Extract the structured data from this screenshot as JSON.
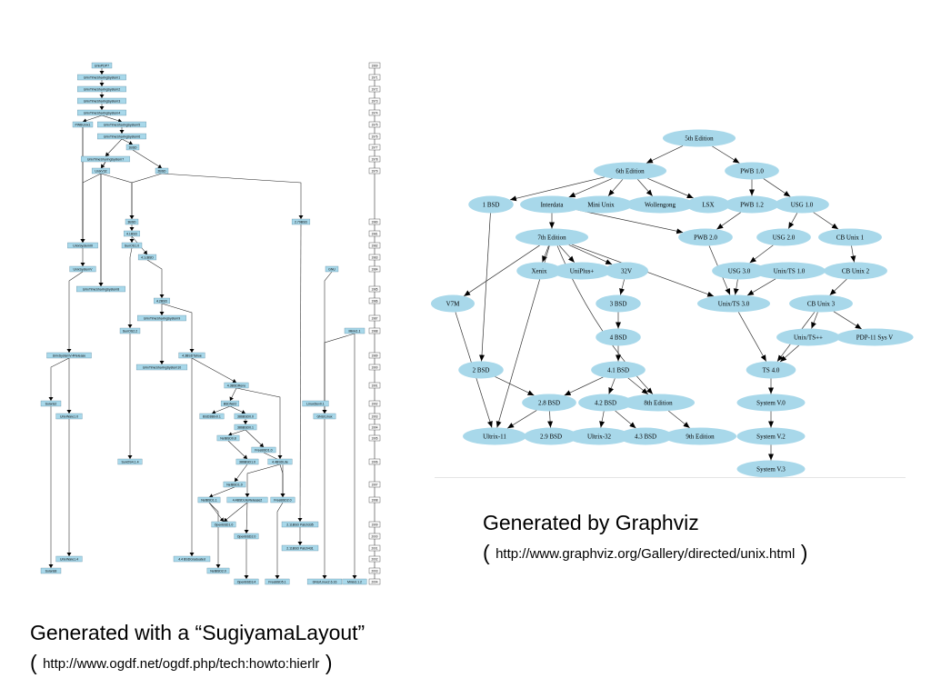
{
  "graphviz": {
    "nodes": [
      {
        "id": "g5",
        "label": "5th Edition"
      },
      {
        "id": "g6",
        "label": "6th Edition"
      },
      {
        "id": "gpwb10",
        "label": "PWB 1.0"
      },
      {
        "id": "g1bsd",
        "label": "1 BSD"
      },
      {
        "id": "ginter",
        "label": "Interdata"
      },
      {
        "id": "gmini",
        "label": "Mini Unix"
      },
      {
        "id": "gwoll",
        "label": "Wollengong"
      },
      {
        "id": "glsx",
        "label": "LSX"
      },
      {
        "id": "gpwb12",
        "label": "PWB 1.2"
      },
      {
        "id": "gusg10",
        "label": "USG 1.0"
      },
      {
        "id": "g7",
        "label": "7th Edition"
      },
      {
        "id": "gpwb20",
        "label": "PWB 2.0"
      },
      {
        "id": "gusg20",
        "label": "USG 2.0"
      },
      {
        "id": "gcb1",
        "label": "CB Unix 1"
      },
      {
        "id": "gxenix",
        "label": "Xenix"
      },
      {
        "id": "guniplus",
        "label": "UniPlus+"
      },
      {
        "id": "g32v",
        "label": "32V"
      },
      {
        "id": "gusg30",
        "label": "USG 3.0"
      },
      {
        "id": "guts10",
        "label": "Unix/TS 1.0"
      },
      {
        "id": "gcb2",
        "label": "CB Unix 2"
      },
      {
        "id": "gv7m",
        "label": "V7M"
      },
      {
        "id": "g3bsd",
        "label": "3 BSD"
      },
      {
        "id": "guts30",
        "label": "Unix/TS 3.0"
      },
      {
        "id": "gcb3",
        "label": "CB Unix 3"
      },
      {
        "id": "g4bsd",
        "label": "4 BSD"
      },
      {
        "id": "gutspp",
        "label": "Unix/TS++"
      },
      {
        "id": "gpdp",
        "label": "PDP-11 Sys V"
      },
      {
        "id": "g2bsd",
        "label": "2 BSD"
      },
      {
        "id": "g41bsd",
        "label": "4.1 BSD"
      },
      {
        "id": "gts40",
        "label": "TS 4.0"
      },
      {
        "id": "g28bsd",
        "label": "2.8 BSD"
      },
      {
        "id": "g42bsd",
        "label": "4.2 BSD"
      },
      {
        "id": "g8",
        "label": "8th Edition"
      },
      {
        "id": "gsv0",
        "label": "System V.0"
      },
      {
        "id": "gultrix11",
        "label": "Ultrix-11"
      },
      {
        "id": "g29bsd",
        "label": "2.9 BSD"
      },
      {
        "id": "gultrix32",
        "label": "Ultrix-32"
      },
      {
        "id": "g43bsd",
        "label": "4.3 BSD"
      },
      {
        "id": "g9",
        "label": "9th Edition"
      },
      {
        "id": "gsv2",
        "label": "System V.2"
      },
      {
        "id": "gsv3",
        "label": "System V.3"
      }
    ],
    "edges": [
      [
        "g5",
        "g6"
      ],
      [
        "g5",
        "gpwb10"
      ],
      [
        "g6",
        "g1bsd"
      ],
      [
        "g6",
        "ginter"
      ],
      [
        "g6",
        "gmini"
      ],
      [
        "g6",
        "gwoll"
      ],
      [
        "g6",
        "glsx"
      ],
      [
        "gpwb10",
        "gpwb12"
      ],
      [
        "gpwb10",
        "gusg10"
      ],
      [
        "ginter",
        "g7"
      ],
      [
        "ginter",
        "gpwb20"
      ],
      [
        "gpwb12",
        "gpwb20"
      ],
      [
        "gusg10",
        "gusg20"
      ],
      [
        "gusg10",
        "gcb1"
      ],
      [
        "g7",
        "gxenix"
      ],
      [
        "g7",
        "guniplus"
      ],
      [
        "g7",
        "g32v"
      ],
      [
        "g7",
        "gv7m"
      ],
      [
        "g7",
        "gultrix11"
      ],
      [
        "g7",
        "g8"
      ],
      [
        "g7",
        "guts30"
      ],
      [
        "gusg20",
        "gusg30"
      ],
      [
        "gcb1",
        "gcb2"
      ],
      [
        "g32v",
        "g3bsd"
      ],
      [
        "gpwb20",
        "guts30"
      ],
      [
        "gusg30",
        "guts30"
      ],
      [
        "guts10",
        "guts30"
      ],
      [
        "gcb2",
        "gcb3"
      ],
      [
        "g3bsd",
        "g4bsd"
      ],
      [
        "g1bsd",
        "g2bsd"
      ],
      [
        "guts30",
        "gts40"
      ],
      [
        "gcb3",
        "gutspp"
      ],
      [
        "gcb3",
        "gpdp"
      ],
      [
        "gcb3",
        "gts40"
      ],
      [
        "gutspp",
        "gts40"
      ],
      [
        "g4bsd",
        "g41bsd"
      ],
      [
        "g2bsd",
        "g28bsd"
      ],
      [
        "g41bsd",
        "g28bsd"
      ],
      [
        "g41bsd",
        "g42bsd"
      ],
      [
        "g41bsd",
        "g8"
      ],
      [
        "gv7m",
        "gultrix11"
      ],
      [
        "g28bsd",
        "gultrix11"
      ],
      [
        "g28bsd",
        "g29bsd"
      ],
      [
        "g42bsd",
        "gultrix32"
      ],
      [
        "g42bsd",
        "g43bsd"
      ],
      [
        "g8",
        "g9"
      ],
      [
        "gts40",
        "gsv0"
      ],
      [
        "gsv0",
        "gsv2"
      ],
      [
        "gsv2",
        "gsv3"
      ]
    ]
  },
  "sugiyama": {
    "nodes": [
      {
        "id": "a01",
        "label": "UnixPDP7"
      },
      {
        "id": "a02",
        "label": "UnixTimeSharingSystem1"
      },
      {
        "id": "a03",
        "label": "UnixTimeSharingSystem2"
      },
      {
        "id": "a04",
        "label": "UnixTimeSharingSystem3"
      },
      {
        "id": "a05",
        "label": "UnixTimeSharingSystem4"
      },
      {
        "id": "a06",
        "label": "PWBUnix1"
      },
      {
        "id": "a07",
        "label": "UnixTimeSharingSystem5"
      },
      {
        "id": "a08",
        "label": "UnixTimeSharingSystem6"
      },
      {
        "id": "a09",
        "label": "1BSD"
      },
      {
        "id": "a10",
        "label": "UnixTimeSharingSystem7"
      },
      {
        "id": "a11",
        "label": "UnixV32"
      },
      {
        "id": "a12",
        "label": "2BSD"
      },
      {
        "id": "a13",
        "label": "3BSD"
      },
      {
        "id": "a14",
        "label": "2.79BSD"
      },
      {
        "id": "a15",
        "label": "4.1BSD"
      },
      {
        "id": "a16",
        "label": "SunOS1.0"
      },
      {
        "id": "a17",
        "label": "UnixSystemIII"
      },
      {
        "id": "a18",
        "label": "4.1cBSD"
      },
      {
        "id": "a19",
        "label": "UnixSystemV"
      },
      {
        "id": "a20",
        "label": "UnixTimeSharingSystem8"
      },
      {
        "id": "a21",
        "label": "4.2BSD"
      },
      {
        "id": "a22",
        "label": "GNU"
      },
      {
        "id": "a23",
        "label": "UnixTimeSharingSystem9"
      },
      {
        "id": "a24",
        "label": "SunOS2.2"
      },
      {
        "id": "a25",
        "label": "4.3BSDTahoe"
      },
      {
        "id": "a26",
        "label": "UnixSystemV.4Release"
      },
      {
        "id": "a27",
        "label": "Minix1.1"
      },
      {
        "id": "a28",
        "label": "UnixTimeSharingSystem10"
      },
      {
        "id": "a29",
        "label": "4.3BSDReno"
      },
      {
        "id": "a30",
        "label": "BSDNet2"
      },
      {
        "id": "a31",
        "label": "Solaris2"
      },
      {
        "id": "a32",
        "label": "LinuxDev0.1"
      },
      {
        "id": "a33",
        "label": "BSD386v0.1"
      },
      {
        "id": "a34",
        "label": "386BSD0.0"
      },
      {
        "id": "a35",
        "label": "UnixWare1.0"
      },
      {
        "id": "a36",
        "label": "GNU/Linux"
      },
      {
        "id": "a37",
        "label": "386BSD0.1"
      },
      {
        "id": "a38",
        "label": "NetBSD0.8"
      },
      {
        "id": "a39",
        "label": "FreeBSD1.0"
      },
      {
        "id": "a40",
        "label": "SunOS4.1.4"
      },
      {
        "id": "a41",
        "label": "386BSD1.0"
      },
      {
        "id": "a42",
        "label": "4.4BSDLite"
      },
      {
        "id": "a43",
        "label": "NetBSD1.0"
      },
      {
        "id": "a44",
        "label": "NetBSD1.1"
      },
      {
        "id": "a45",
        "label": "4.4BSDLiteRelease2"
      },
      {
        "id": "a46",
        "label": "FreeBSD2.0"
      },
      {
        "id": "a47",
        "label": "OpenBSD1.0"
      },
      {
        "id": "a48",
        "label": "2.11BSD Patch335"
      },
      {
        "id": "a49",
        "label": "OpenBSD2.0"
      },
      {
        "id": "a50",
        "label": "2.11BSD Patch431"
      },
      {
        "id": "a51",
        "label": "UnixWare1.4"
      },
      {
        "id": "a52",
        "label": "4.4 BSDGraduated"
      },
      {
        "id": "a53",
        "label": "NetBSD2.0"
      },
      {
        "id": "a54",
        "label": "Solaris8"
      },
      {
        "id": "a55",
        "label": "OpenBSD3.4"
      },
      {
        "id": "a56",
        "label": "FreeBSD5.1"
      },
      {
        "id": "a57",
        "label": "GNU/Linux2.6.16"
      },
      {
        "id": "a58",
        "label": "Minix3.1.2"
      }
    ],
    "years": [
      "1969",
      "1971",
      "1972",
      "1973",
      "1974",
      "1975",
      "1976",
      "1977",
      "1978",
      "1979",
      "1980",
      "1981",
      "1982",
      "1983",
      "1984",
      "1985",
      "1986",
      "1987",
      "1988",
      "1989",
      "1990",
      "1991",
      "1992",
      "1993",
      "1994",
      "1995",
      "1996",
      "1997",
      "1998",
      "1999",
      "2000",
      "2001",
      "2002",
      "2003",
      "2004",
      "2005",
      "2006"
    ]
  },
  "captions": {
    "graphviz_title": "Generated by Graphviz",
    "graphviz_url": "http://www.graphviz.org/Gallery/directed/unix.html",
    "sugiyama_title": "Generated with a “SugiyamaLayout”",
    "sugiyama_url": "http://www.ogdf.net/ogdf.php/tech:howto:hierlr",
    "paren_open": "(",
    "paren_close": ")"
  }
}
